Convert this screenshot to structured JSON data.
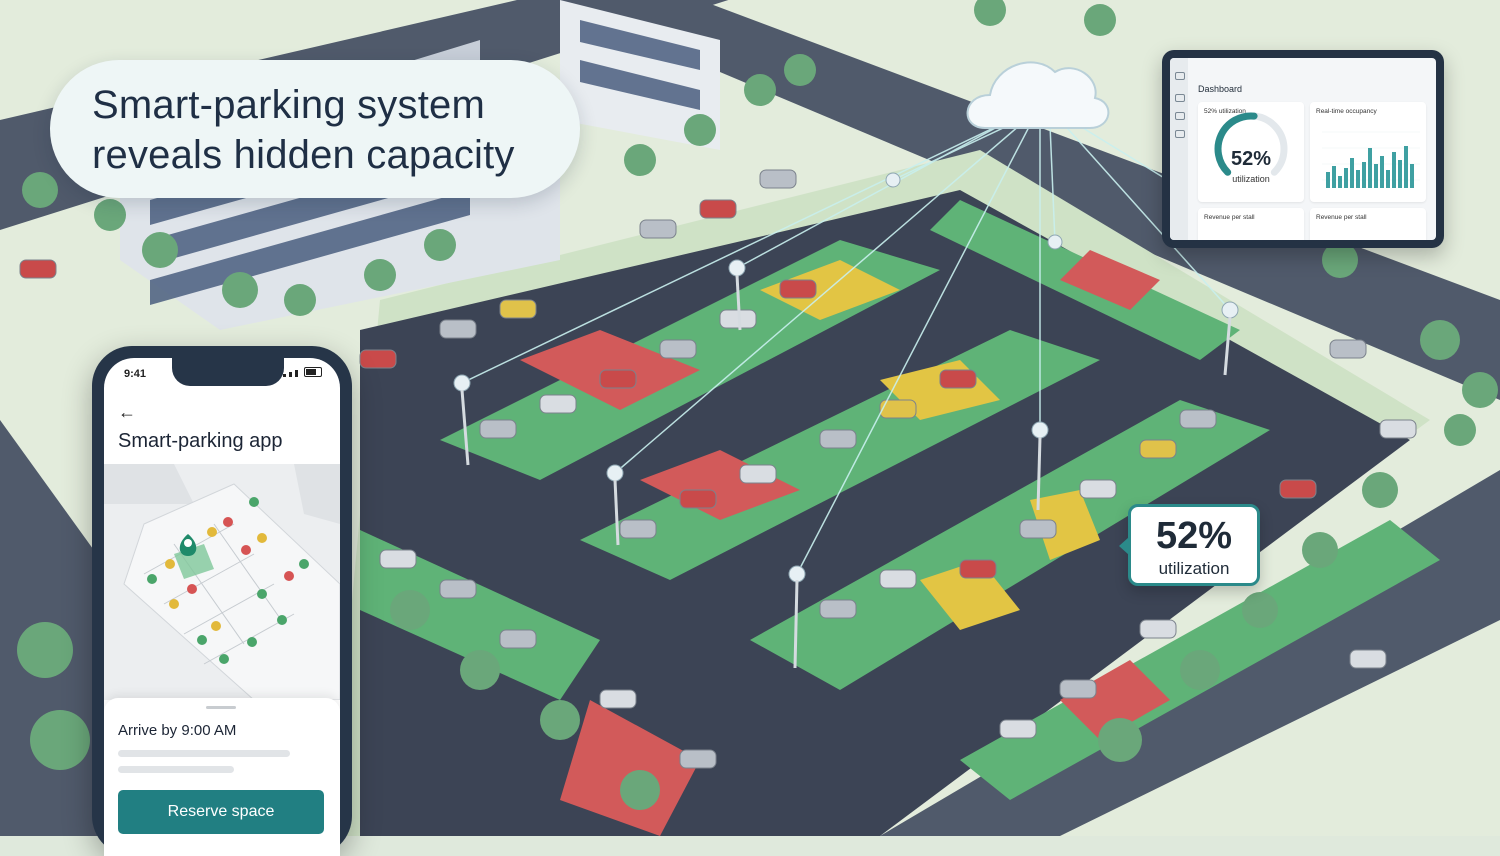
{
  "headline": {
    "line1": "Smart-parking system",
    "line2": "reveals hidden capacity"
  },
  "phone": {
    "status_time": "9:41",
    "back_icon": "arrow-left-icon",
    "title": "Smart-parking app",
    "sheet": {
      "arrive_text": "Arrive by 9:00 AM",
      "reserve_label": "Reserve space"
    }
  },
  "dashboard": {
    "title": "Dashboard",
    "utilization_card_label": "52% utilization",
    "utilization_value": "52%",
    "utilization_sublabel": "utilization",
    "utilization_fraction": 0.52,
    "occupancy_card_label": "Real-time occupancy",
    "revenue_label_1": "Revenue per stall",
    "revenue_label_2": "Revenue per stall"
  },
  "callout": {
    "value": "52%",
    "label": "utilization"
  },
  "colors": {
    "accent": "#217f82",
    "stall_open": "#5fb377",
    "stall_occupied": "#d25a5a",
    "stall_reserved": "#e2c544",
    "asphalt": "#3a4354"
  }
}
